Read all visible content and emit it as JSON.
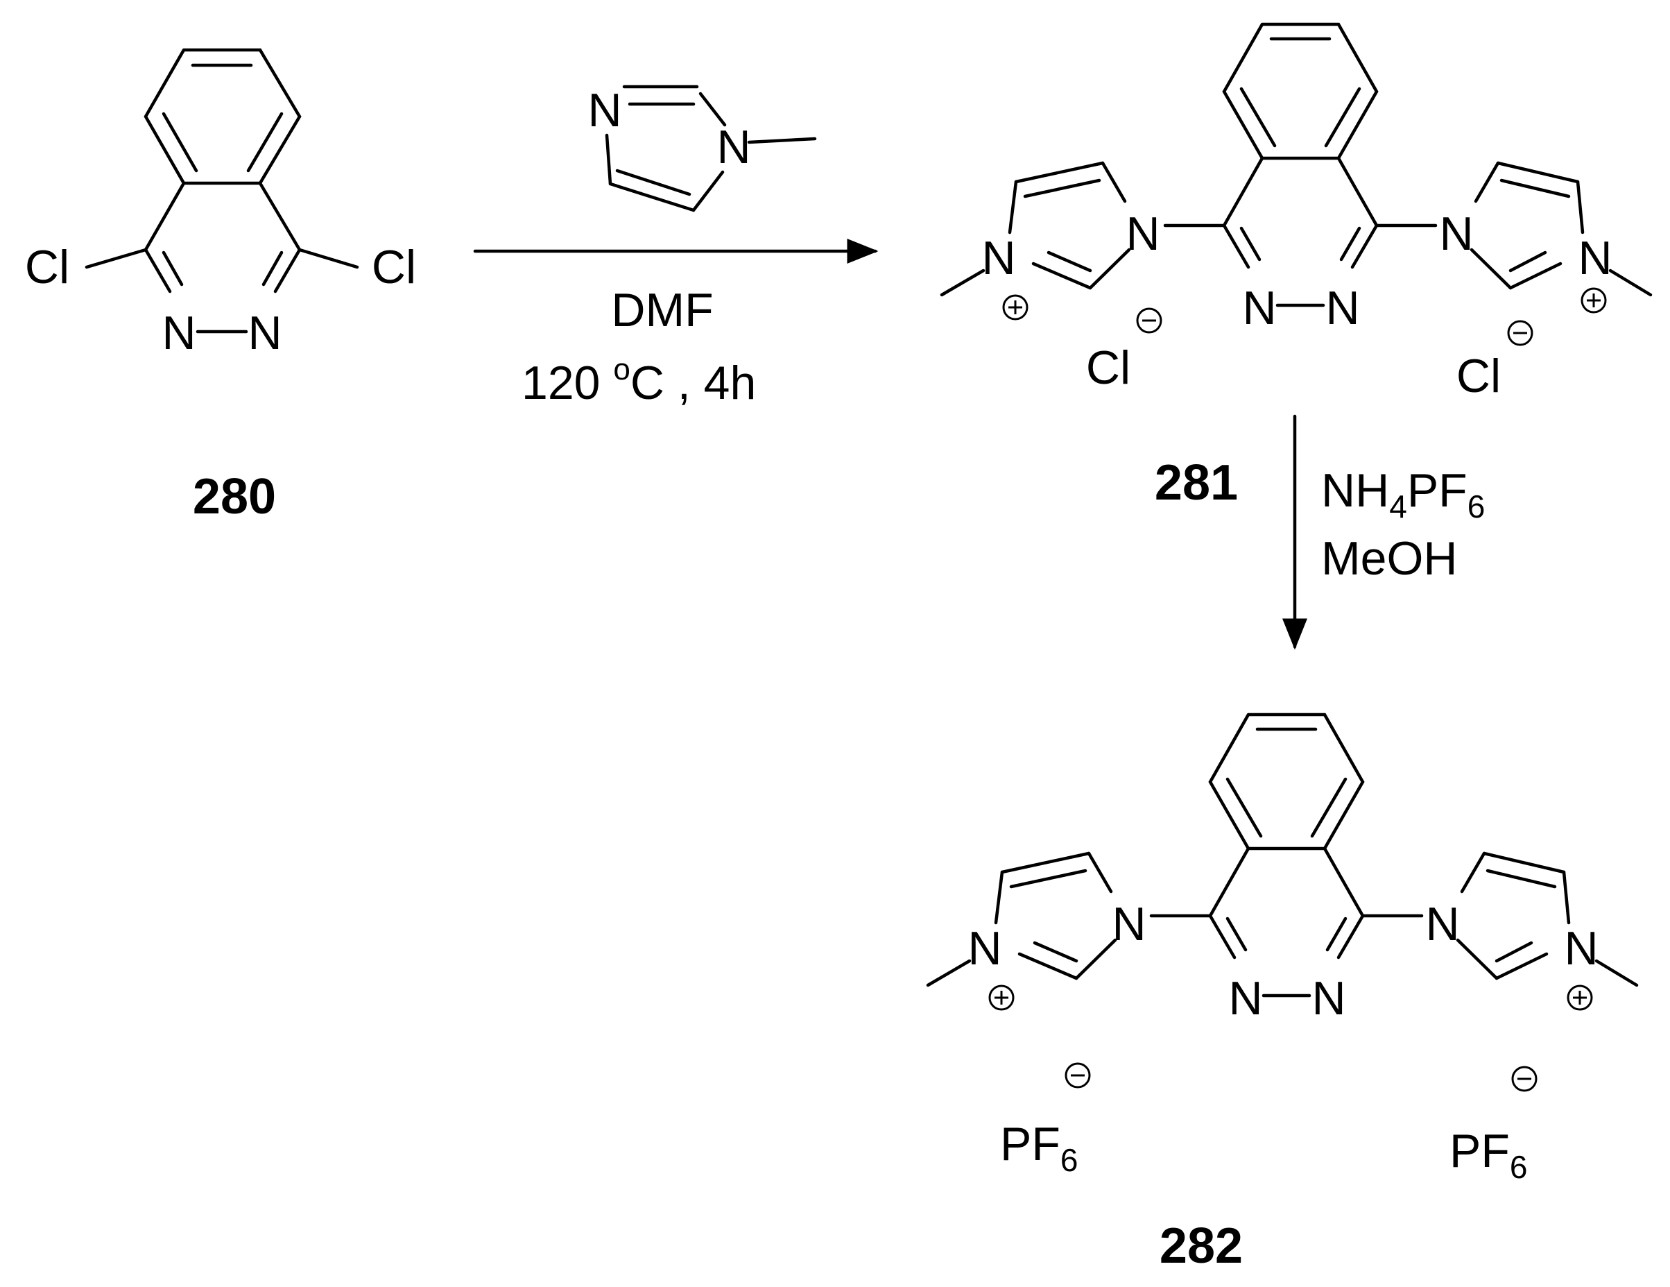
{
  "compounds": {
    "c280": {
      "id": "280",
      "cl_left": "Cl",
      "cl_right": "Cl",
      "n1": "N",
      "n2": "N"
    },
    "c281": {
      "id": "281",
      "n": "N",
      "counter_anion": "Cl"
    },
    "c282": {
      "id": "282",
      "n": "N",
      "anion_main": "PF",
      "anion_sub": "6"
    }
  },
  "reagent_imidazole": {
    "n3": "N",
    "n1": "N"
  },
  "step1": {
    "solvent": "DMF",
    "temp": "120 ",
    "deg": "o",
    "temp_unit": "C",
    "sep": " , ",
    "time": "4h"
  },
  "step2": {
    "reagent_main": "NH",
    "reagent_sub1": "4",
    "reagent_mid": "PF",
    "reagent_sub2": "6",
    "solvent": "MeOH"
  },
  "charges": {
    "cation": "+",
    "anion": "−"
  }
}
